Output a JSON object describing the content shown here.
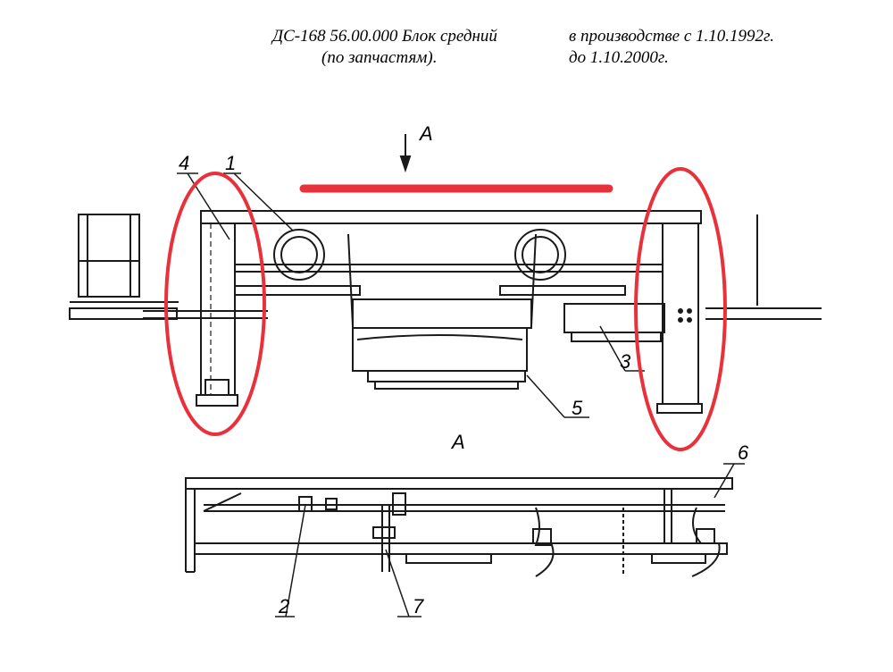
{
  "header": {
    "title_line1": "ДС-168 56.00.000 Блок средний",
    "title_line2": "(по запчастям).",
    "production_line1": "в производстве с 1.10.1992г.",
    "production_line2": "до 1.10.2000г."
  },
  "view_markers": {
    "arrow_label": "A",
    "section_label": "A"
  },
  "callouts": [
    "1",
    "2",
    "3",
    "4",
    "5",
    "6",
    "7"
  ],
  "colors": {
    "highlight": "#e8313a",
    "line": "#1a1a1a"
  }
}
